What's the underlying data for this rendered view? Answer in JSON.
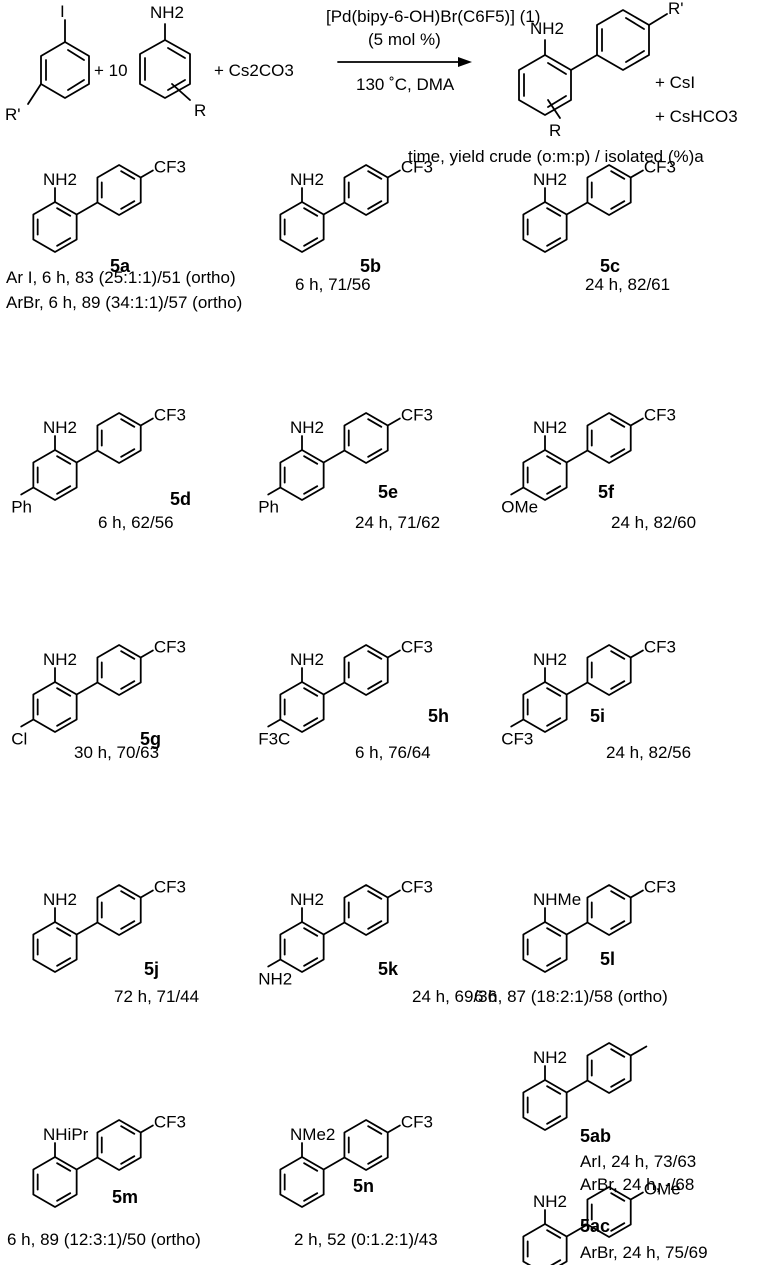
{
  "reaction": {
    "reactant1": {
      "top_sub": "I",
      "bottom_sub": "R'"
    },
    "plus_ten": "+ 10",
    "reactant2": {
      "amine": "NH2",
      "ring_sub": "R"
    },
    "plus_base": "+ Cs2CO3",
    "catalyst": "[Pd(bipy-6-OH)Br(C6F5)] (1)",
    "loading": "(5 mol %)",
    "conditions": "130 ˚C, DMA",
    "product": {
      "amine": "NH2",
      "ring_sub": "R",
      "para_sub": "R'"
    },
    "byproduct1": "+ CsI",
    "byproduct2": "+ CsHCO3",
    "legend": "time, yield crude (o:m:p) / isolated (%)a"
  },
  "compounds": [
    {
      "id": "5a",
      "amine": "NH2",
      "para_sub": "CF3",
      "sub_text": "",
      "caption": [
        "Ar I, 6 h, 83 (25:1:1)/51 (ortho)",
        "ArBr, 6 h, 89 (34:1:1)/57 (ortho)"
      ]
    },
    {
      "id": "5b",
      "amine": "NH2",
      "para_sub": "CF3",
      "sub_text": "",
      "caption": [
        "6 h, 71/56"
      ]
    },
    {
      "id": "5c",
      "amine": "NH2",
      "para_sub": "CF3",
      "sub_text": "",
      "caption": [
        "24 h, 82/61"
      ]
    },
    {
      "id": "5d",
      "amine": "NH2",
      "para_sub": "CF3",
      "sub_text": "Ph",
      "caption": [
        "6 h, 62/56"
      ]
    },
    {
      "id": "5e",
      "amine": "NH2",
      "para_sub": "CF3",
      "sub_text": "Ph",
      "caption": [
        "24 h, 71/62"
      ]
    },
    {
      "id": "5f",
      "amine": "NH2",
      "para_sub": "CF3",
      "sub_text": "OMe",
      "caption": [
        "24 h, 82/60"
      ]
    },
    {
      "id": "5g",
      "amine": "NH2",
      "para_sub": "CF3",
      "sub_text": "Cl",
      "caption": [
        "30 h, 70/63"
      ]
    },
    {
      "id": "5h",
      "amine": "NH2",
      "para_sub": "CF3",
      "sub_text": "F3C",
      "caption": [
        "6 h, 76/64"
      ]
    },
    {
      "id": "5i",
      "amine": "NH2",
      "para_sub": "CF3",
      "sub_text": "CF3",
      "caption": [
        "24 h, 82/56"
      ]
    },
    {
      "id": "5j",
      "amine": "NH2",
      "para_sub": "CF3",
      "sub_text": "",
      "caption": [
        "72 h, 71/44"
      ]
    },
    {
      "id": "5k",
      "amine": "NH2",
      "para_sub": "CF3",
      "sub_text": "NH2",
      "caption": [
        "24 h, 69/36"
      ]
    },
    {
      "id": "5l",
      "amine": "NHMe",
      "para_sub": "CF3",
      "sub_text": "",
      "caption": [
        "6 h, 87 (18:2:1)/58 (ortho)"
      ]
    },
    {
      "id": "5m",
      "amine": "NHiPr",
      "para_sub": "CF3",
      "sub_text": "",
      "caption": [
        "6 h, 89 (12:3:1)/50 (ortho)"
      ]
    },
    {
      "id": "5n",
      "amine": "NMe2",
      "para_sub": "CF3",
      "sub_text": "",
      "caption": [
        "2 h, 52 (0:1.2:1)/43"
      ]
    },
    {
      "id": "5ab",
      "amine": "NH2",
      "para_sub": "",
      "sub_text": "",
      "caption": [
        "ArI, 24 h, 73/63",
        "ArBr, 24 h, -/68"
      ]
    },
    {
      "id": "5ac",
      "amine": "NH2",
      "para_sub": "OMe",
      "sub_text": "",
      "caption": [
        "ArBr, 24 h, 75/69"
      ]
    }
  ]
}
